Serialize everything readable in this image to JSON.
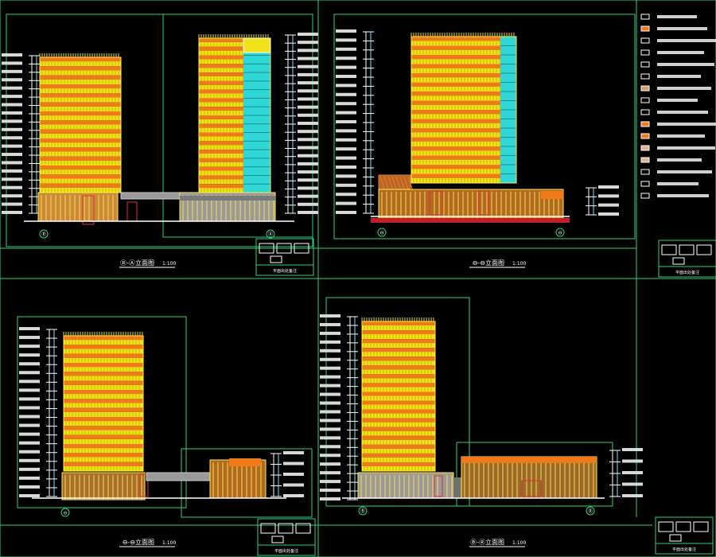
{
  "drawing": {
    "background": "#000000",
    "frame_color": "#2fd07a",
    "sheets": [
      {
        "id": "tl",
        "title": "Ⓡ-Ⓐ立面图",
        "scale": "1:100",
        "axis_left": "Ⓡ",
        "axis_right": "Ⓐ",
        "titleblock_caption": "平面出处备注"
      },
      {
        "id": "tr",
        "title": "⊖-⊖立面图",
        "scale": "1:100",
        "axis_left": "⊖",
        "axis_right": "⊖",
        "titleblock_caption": "平面出处备注"
      },
      {
        "id": "bl",
        "title": "⊖-⊖立面图",
        "scale": "1:100",
        "axis_left": "⊖",
        "axis_right": "",
        "titleblock_caption": "平面出处备注"
      },
      {
        "id": "br",
        "title": "Ⓑ-Ⓡ立面图",
        "scale": "1:100",
        "axis_left": "Ⓑ",
        "axis_right": "Ⓡ",
        "titleblock_caption": "平面出处备注"
      }
    ],
    "colors": {
      "tower_orange": "#f07a1a",
      "tower_yellow": "#f2e21a",
      "window_cyan": "#31d6d6",
      "podium_red": "#e0303a",
      "podium_gray": "#9a9a9a",
      "podium_brown": "#b5672a",
      "grid_cyan": "#7fe0ff",
      "level_white": "#ffffff"
    }
  }
}
